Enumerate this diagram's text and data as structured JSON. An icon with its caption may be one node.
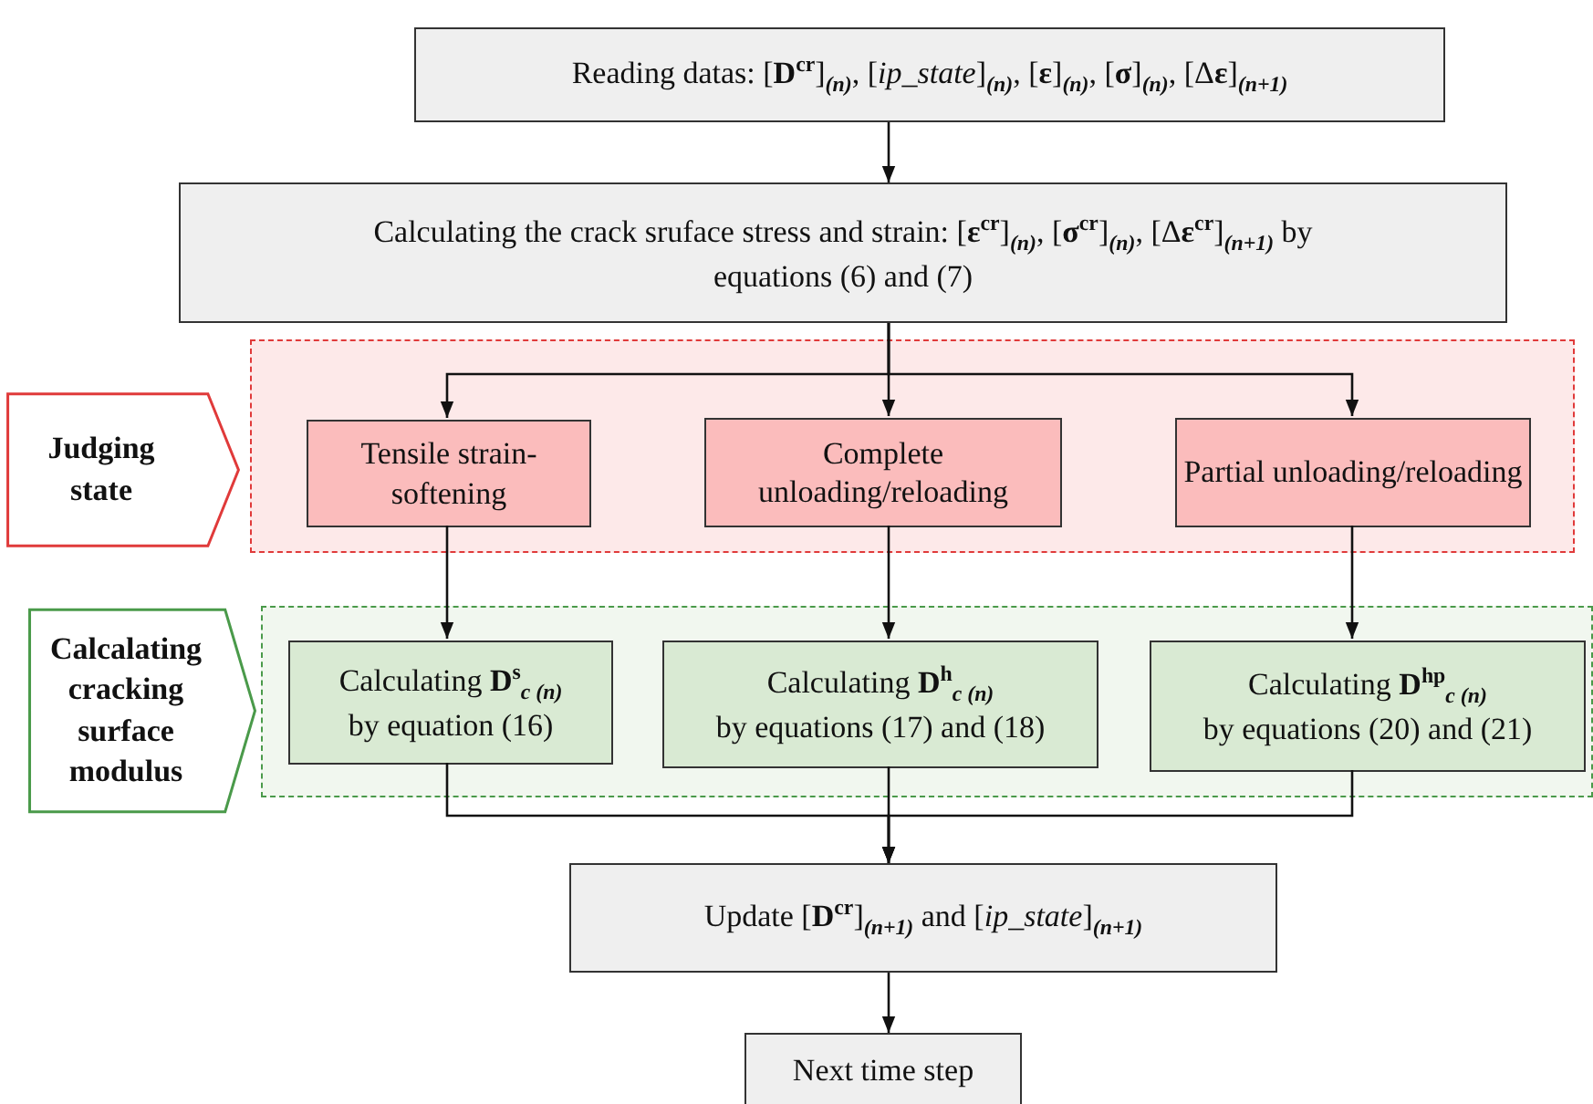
{
  "diagram": {
    "nodes": [
      {
        "text": [
          "Reading datas: [**D**$^{cr}$]$_{(n)}$, [*ip_state*]$_{(n)}$, [**ε**]$_{(n)}$, [**σ**]$_{(n)}$, [Δ**ε**]$_{(n+1)}$"
        ]
      },
      {
        "text": [
          "Calculating the crack sruface stress and strain: [**ε**$^{cr}$]$_{(n)}$, [**σ**$^{cr}$]$_{(n)}$, [Δ**ε**$^{cr}$]$_{(n+1)}$ by equations (6) and (7)"
        ]
      },
      {
        "text": [
          "Judging state"
        ]
      },
      {
        "text": [],
        "shape": "box"
      },
      {
        "text": [
          "Tensile strain-softening"
        ],
        "in": 3
      },
      {
        "text": [
          "Complete unloading/reloading"
        ],
        "in": 3
      },
      {
        "text": [
          "Partial unloading/reloading"
        ],
        "in": 3
      },
      {
        "text": [
          "Calcalating cracking surface modulus"
        ]
      },
      {
        "text": [],
        "shape": "box"
      },
      {
        "text": [
          "Calculating **D**$^{s}$$_{c (n)}$",
          "by equation (16)"
        ],
        "in": 8
      },
      {
        "text": [
          "Calculating **D**$^{h}$$_{c (n)}$",
          "by equations (17) and (18)"
        ],
        "in": 8
      },
      {
        "text": [
          "Calculating **D**$^{hp}$$_{c (n)}$",
          "by equations (20) and (21)"
        ],
        "in": 8
      },
      {
        "text": [
          "Update [**D**$^{cr}$]$_{(n+1)}$ and [*ip_state*]$_{(n+1)}$"
        ]
      },
      {
        "text": [
          "Next time step"
        ]
      }
    ],
    "edges": [
      {
        "from": 0,
        "to": 1,
        "arrow": "to"
      },
      {
        "from": 1,
        "to": 4,
        "arrow": "to"
      },
      {
        "from": 1,
        "to": 5,
        "arrow": "to"
      },
      {
        "from": 1,
        "to": 6,
        "arrow": "to"
      },
      {
        "from": 4,
        "to": 9,
        "arrow": "to"
      },
      {
        "from": 5,
        "to": 10,
        "arrow": "to"
      },
      {
        "from": 6,
        "to": 11,
        "arrow": "to"
      },
      {
        "from": 9,
        "to": 12,
        "arrow": "to"
      },
      {
        "from": 10,
        "to": 12,
        "arrow": "to"
      },
      {
        "from": 11,
        "to": 12,
        "arrow": "to"
      },
      {
        "from": 12,
        "to": 13,
        "arrow": "to"
      }
    ]
  }
}
